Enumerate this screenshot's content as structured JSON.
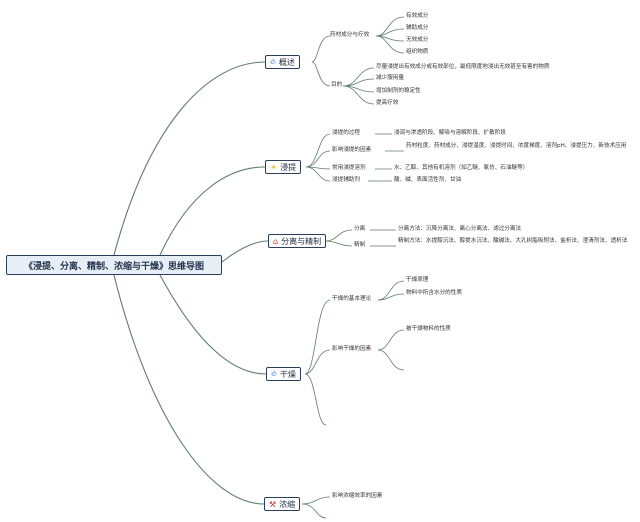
{
  "title": "《浸提、分离、精制、浓缩与干燥》思维导图",
  "colors": {
    "line": "#5e7d6a",
    "box_border": "#2b3f5c",
    "root_fill": "#e8eef5"
  },
  "branches": {
    "overview": {
      "label": "概述",
      "icon": "flame-icon",
      "groups": {
        "components": {
          "label": "药材成分与疗效",
          "items": [
            "有效成分",
            "辅助成分",
            "无效成分",
            "组织物质"
          ]
        },
        "purpose": {
          "label": "目的",
          "items": [
            "尽量浸提出有效成分或有效部位，最低限度地浸出无效甚至有害的物质",
            "减少服用量",
            "增加制剂的稳定性",
            "提高疗效"
          ]
        }
      }
    },
    "extraction": {
      "label": "浸提",
      "icon": "sun-icon",
      "groups": {
        "process": {
          "label": "浸提的过程",
          "items": [
            "浸润与渗透阶段、解吸与溶解阶段、扩散阶段"
          ]
        },
        "factors": {
          "label": "影响浸提的因素",
          "items": [
            "药材粒度、药材成分、浸提温度、浸提时间、浓度梯度、溶剂pH、浸提压力、新技术应用"
          ]
        },
        "solvent": {
          "label": "常用浸提溶剂",
          "items": [
            "水、乙醇、其他有机溶剂（如乙醚、氯仿、石油醚等）"
          ]
        },
        "aids": {
          "label": "浸提辅助剂",
          "items": [
            "酸、碱、表面活性剂、甘油"
          ]
        }
      }
    },
    "separation": {
      "label": "分离与精制",
      "icon": "home-icon",
      "groups": {
        "separate": {
          "label": "分离",
          "items": [
            "分离方法：沉降分离法、离心分离法、滤过分离法"
          ]
        },
        "refine": {
          "label": "精制",
          "items": [
            "精制方法：水提醇沉法、醇提水沉法、酸碱法、大孔树脂吸附法、盐析法、澄清剂法、透析法"
          ]
        }
      }
    },
    "drying": {
      "label": "干燥",
      "icon": "flame-icon",
      "groups": {
        "theory": {
          "label": "干燥的基本理论",
          "items": [
            "干燥原理",
            "物料中所含水分的性质"
          ]
        },
        "factors": {
          "label": "影响干燥的因素",
          "items": [
            "被干燥物料的性质"
          ]
        }
      }
    },
    "concentration": {
      "label": "浓缩",
      "icon": "tools-icon",
      "groups": {
        "factors": {
          "label": "影响浓缩效率的因素",
          "items": []
        }
      }
    }
  }
}
